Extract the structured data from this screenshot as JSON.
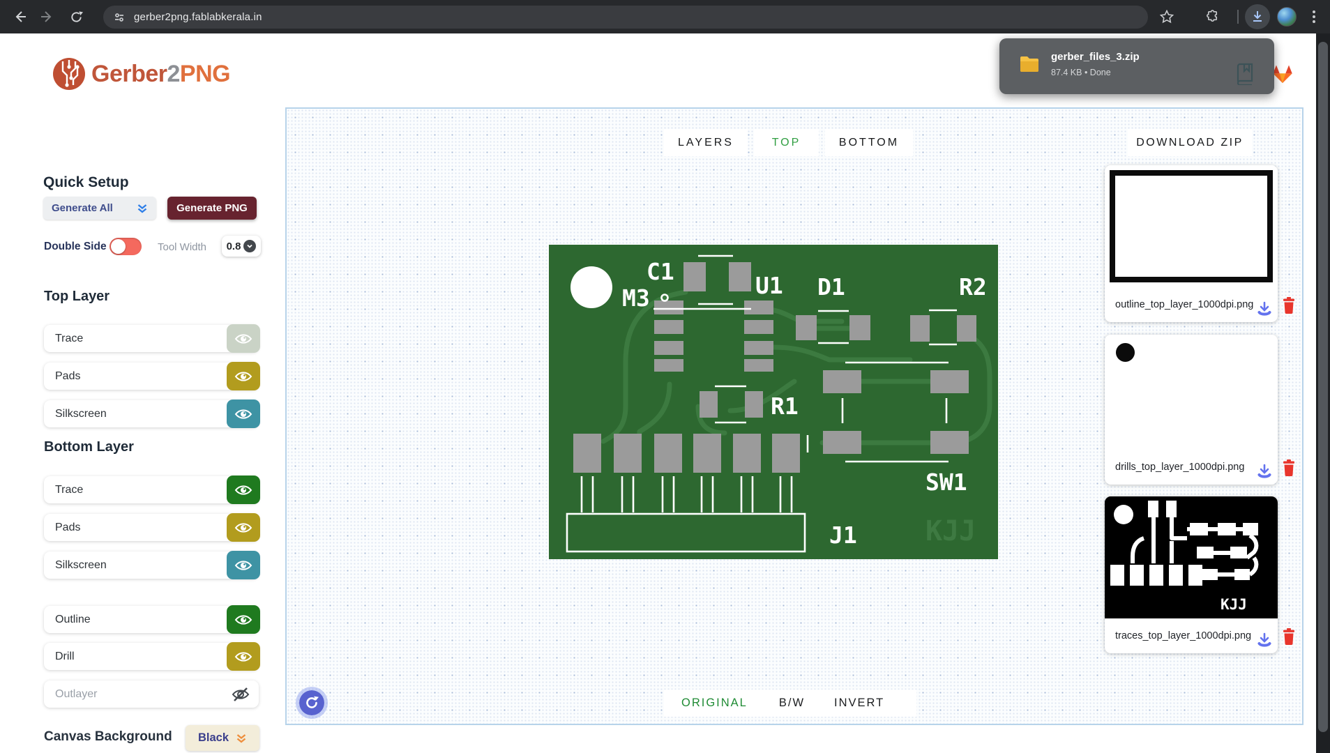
{
  "browser": {
    "url": "gerber2png.fablabkerala.in",
    "download_popup": {
      "filename": "gerber_files_3.zip",
      "meta": "87.4 KB • Done"
    }
  },
  "logo": {
    "part1": "Gerber",
    "part2": "2",
    "part3": "PNG"
  },
  "sidebar": {
    "quick_setup": {
      "title": "Quick Setup",
      "generate_all": "Generate All",
      "generate_png": "Generate PNG"
    },
    "double_side_label": "Double Side",
    "tool_width_label": "Tool Width",
    "tool_width_value": "0.8",
    "top_layer": {
      "title": "Top Layer",
      "rows": [
        {
          "label": "Trace",
          "visible": false,
          "color": "#cad3c6"
        },
        {
          "label": "Pads",
          "visible": true,
          "color": "#b29c1e"
        },
        {
          "label": "Silkscreen",
          "visible": true,
          "color": "#3e93a4"
        }
      ]
    },
    "bottom_layer": {
      "title": "Bottom Layer",
      "rows": [
        {
          "label": "Trace",
          "visible": true,
          "color": "#1f7a1f"
        },
        {
          "label": "Pads",
          "visible": true,
          "color": "#b29c1e"
        },
        {
          "label": "Silkscreen",
          "visible": true,
          "color": "#3e93a4"
        }
      ]
    },
    "extra_rows": [
      {
        "label": "Outline",
        "visible": true,
        "color": "#1f7a1f"
      },
      {
        "label": "Drill",
        "visible": true,
        "color": "#b29c1e"
      }
    ],
    "outlayer": {
      "placeholder": "Outlayer",
      "visible": false
    },
    "canvas_background": {
      "label": "Canvas Background",
      "value": "Black"
    }
  },
  "canvas": {
    "tabs": [
      {
        "label": "LAYERS"
      },
      {
        "label": "TOP"
      },
      {
        "label": "BOTTOM"
      }
    ],
    "active_tab": "TOP",
    "download_zip_label": "DOWNLOAD ZIP",
    "view_tabs": [
      {
        "label": "ORIGINAL"
      },
      {
        "label": "B/W"
      },
      {
        "label": "INVERT"
      }
    ],
    "active_view": "ORIGINAL"
  },
  "pcb": {
    "labels": {
      "c1": "C1",
      "m3": "M3",
      "u1": "U1",
      "d1": "D1",
      "r2": "R2",
      "r1": "R1",
      "sw1": "SW1",
      "j1": "J1",
      "kjj": "KJJ"
    }
  },
  "downloads": {
    "files": [
      {
        "name": "outline_top_layer_1000dpi.png"
      },
      {
        "name": "drills_top_layer_1000dpi.png"
      },
      {
        "name": "traces_top_layer_1000dpi.png",
        "overlay_text": "KJJ"
      }
    ]
  },
  "icons": {
    "back-icon": "left arrow",
    "forward-icon": "right arrow",
    "reload-icon": "circular arrow",
    "tune-icon": "site controls",
    "star-icon": "bookmark star",
    "extensions-icon": "puzzle piece",
    "download-toolbar-icon": "arrow into tray",
    "menu-icon": "three vertical dots",
    "folder-icon": "yellow folder",
    "book-icon": "docs book",
    "gitlab-icon": "gitlab fox",
    "chevron-double-down-icon": "double chevron",
    "chevron-down-icon": "chevron in circle",
    "eye-icon": "visibility eye",
    "eye-off-icon": "visibility off eye with slash",
    "download-file-icon": "download arrow",
    "trash-icon": "red trash can",
    "refresh-icon": "circular refresh arrow"
  },
  "colors": {
    "toolbar_bg": "#27292c",
    "url_pill": "#3a3c40",
    "popup_bg": "#5c5f62",
    "accent_maroon": "#67232f",
    "accent_blue": "#2f7fe8",
    "accent_indigo": "#5862cf",
    "tab_green": "#2f9e41",
    "view_green": "#1f8b34",
    "eye_green": "#1f7a1f",
    "eye_olive": "#b29c1e",
    "eye_teal": "#3e93a4",
    "eye_disabled": "#cad3c6",
    "toggle_red": "#f4695e",
    "canvas_grid_border": "#b7d3ea",
    "pcb_board": "#2d6830",
    "pcb_trace": "#3c7a40",
    "pcb_pad": "#9b9b9b",
    "download_icon": "#6372ee",
    "trash_icon": "#e8352c",
    "logo_orange": "#c0563a",
    "logo_gray": "#8d9095",
    "logo_png": "#e0703d",
    "black_btn_bg": "#f3edda",
    "black_btn_text": "#3b3f8c",
    "canvas_bg_chevron": "#ee8f3e"
  }
}
